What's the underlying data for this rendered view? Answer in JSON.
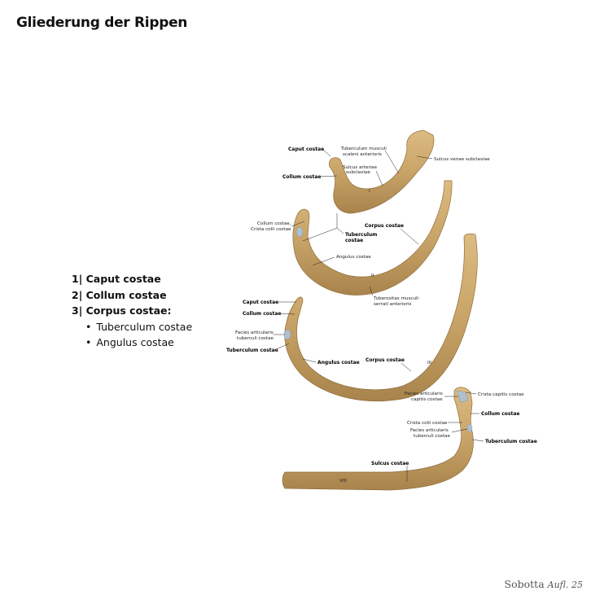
{
  "title": "Gliederung der Rippen",
  "legend": {
    "items": [
      "1| Caput costae",
      "2| Collum costae",
      "3| Corpus costae:"
    ],
    "subitems": [
      "Tuberculum costae",
      "Angulus costae"
    ]
  },
  "credit": {
    "name": "Sobotta",
    "edition": "Aufl. 25"
  },
  "rib_numerals": [
    "I",
    "II",
    "III",
    "VIII"
  ],
  "rib1": {
    "caput": "Caput costae",
    "collum": "Collum costae",
    "tub_scaleni": [
      "Tuberculum musculi",
      "scaleni anterioris"
    ],
    "sulcus_arteriae": [
      "Sulcus arteriae",
      "subclaviae"
    ],
    "sulcus_venae": "Sulcus venae subclaviae"
  },
  "rib2": {
    "collum": [
      "Collum costae,",
      "Crista colli costae"
    ],
    "tuberculum": [
      "Tuberculum",
      "costae"
    ],
    "corpus": "Corpus costae",
    "angulus": "Angulus costae",
    "tub_serrati": [
      "Tuberositas musculi",
      "serrati anterioris"
    ]
  },
  "rib3": {
    "caput": "Caput costae",
    "collum": "Collum costae",
    "facies": [
      "Facies articularis",
      "tuberculi costae"
    ],
    "tuberculum": "Tuberculum costae",
    "angulus": "Angulus costae",
    "corpus": "Corpus costae"
  },
  "rib8": {
    "facies_capitis": [
      "Facies articularis",
      "capitis costae"
    ],
    "crista_capitis": "Crista capitis costae",
    "collum": "Collum costae",
    "crista_colli": "Crista colli costae",
    "facies_tuberculi": [
      "Facies articularis",
      "tuberculi costae"
    ],
    "tuberculum": "Tuberculum costae",
    "sulcus": "Sulcus costae"
  },
  "colors": {
    "bone": "#c9a468",
    "bone_dark": "#9c7a45",
    "cartilage": "#aebfd0"
  }
}
